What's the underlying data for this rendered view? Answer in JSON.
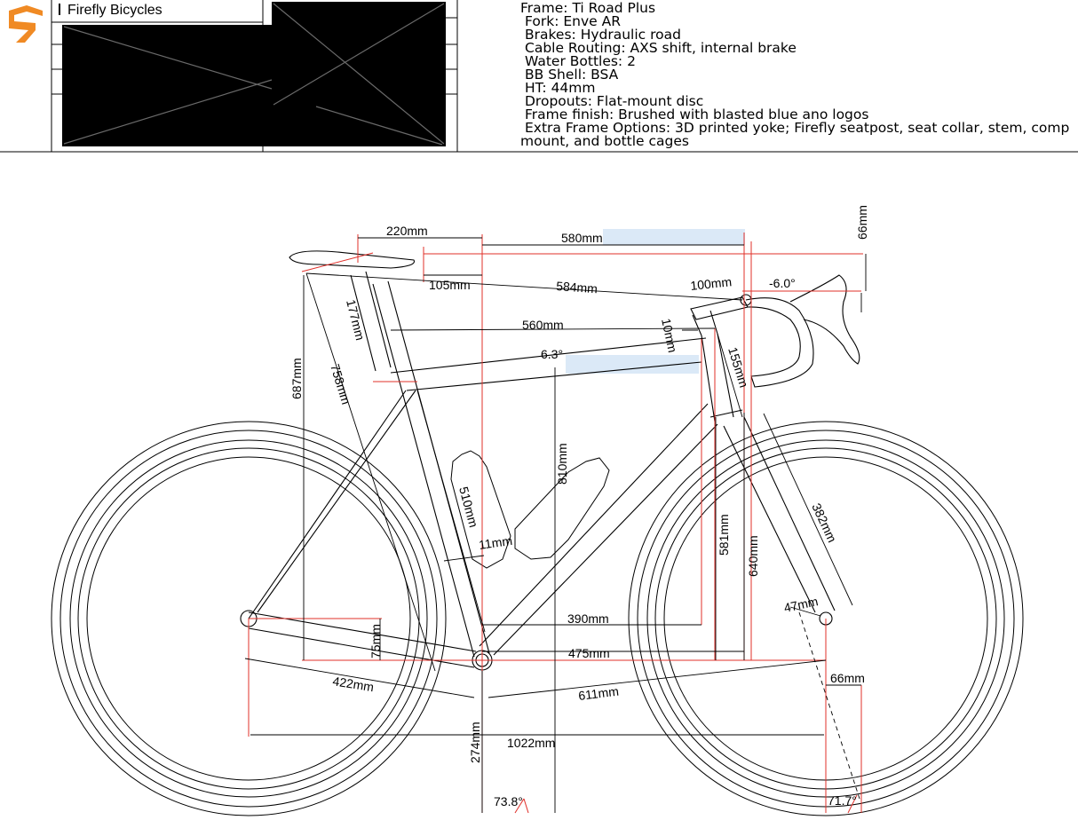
{
  "header": {
    "company": "Firefly Bicycles",
    "specs": [
      "Frame: Ti Road Plus",
      "Fork: Enve AR",
      "Brakes: Hydraulic road",
      "Cable Routing: AXS shift, internal brake",
      "Water Bottles: 2",
      "BB Shell: BSA",
      "HT: 44mm",
      "Dropouts: Flat-mount disc",
      "Frame finish: Brushed with blasted blue ano logos",
      "Extra Frame Options: 3D printed yoke; Firefly seatpost, seat collar, stem, comp",
      "mount, and bottle cages"
    ]
  },
  "dimensions": {
    "reach_220": "220mm",
    "stack_580": "580mm",
    "drop_66": "66mm",
    "setback_105": "105mm",
    "saddle_bar_584": "584mm",
    "stem_100": "100mm",
    "stem_angle": "-6.0°",
    "spacer_10": "10mm",
    "top_tube_560": "560mm",
    "ht_155": "155mm",
    "tt_slope": "6.3°",
    "seatpost_177": "177mm",
    "saddle_height_758": "758mm",
    "saddle_height_687": "687mm",
    "standover_810": "810mm",
    "seat_tube_510": "510mm",
    "offset_11": "11mm",
    "stack_581": "581mm",
    "stack_640": "640mm",
    "fork_382": "382mm",
    "rake_47": "47mm",
    "reach_390": "390mm",
    "reach_475": "475mm",
    "bb_drop_75": "75mm",
    "chainstay_422": "422mm",
    "front_center_611": "611mm",
    "trail_66": "66mm",
    "wheelbase_1022": "1022mm",
    "bb_height_274": "274mm",
    "seat_angle": "73.8°",
    "head_angle": "71.7°"
  },
  "colors": {
    "line": "#000000",
    "guide_red": "#e0302a",
    "highlight_blue": "#dbe9f7",
    "logo_orange": "#f08a24",
    "title_fill": "#000000"
  },
  "icons": {
    "logo": "firefly-logo-icon"
  }
}
